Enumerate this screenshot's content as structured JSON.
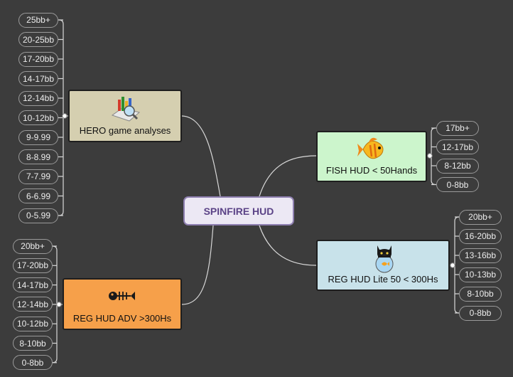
{
  "center": {
    "label": "SPINFIRE HUD"
  },
  "nodes": {
    "hero": {
      "label": "HERO game analyses",
      "icon": "analysis-chart-icon",
      "color": "#d5cfb0",
      "ranges": [
        "25bb+",
        "20-25bb",
        "17-20bb",
        "14-17bb",
        "12-14bb",
        "10-12bb",
        "9-9.99",
        "8-8.99",
        "7-7.99",
        "6-6.99",
        "0-5.99"
      ]
    },
    "reg_adv": {
      "label": "REG HUD ADV >300Hs",
      "icon": "fish-skeleton-icon",
      "color": "#f6a04a",
      "ranges": [
        "20bb+",
        "17-20bb",
        "14-17bb",
        "12-14bb",
        "10-12bb",
        "8-10bb",
        "0-8bb"
      ]
    },
    "fish": {
      "label": "FISH HUD < 50Hands",
      "icon": "goldfish-icon",
      "color": "#ccf5cc",
      "ranges": [
        "17bb+",
        "12-17bb",
        "8-12bb",
        "0-8bb"
      ]
    },
    "reg_lite": {
      "label": "REG HUD Lite 50 < 300Hs",
      "icon": "cat-fishbowl-icon",
      "color": "#c8e2ea",
      "ranges": [
        "20bb+",
        "16-20bb",
        "13-16bb",
        "10-13bb",
        "8-10bb",
        "0-8bb"
      ]
    }
  },
  "colors": {
    "background": "#3c3c3c",
    "connector": "#d8d8d8",
    "pill_border": "#9a9a9a",
    "pill_text": "#ececec",
    "center_text": "#5b4387"
  }
}
